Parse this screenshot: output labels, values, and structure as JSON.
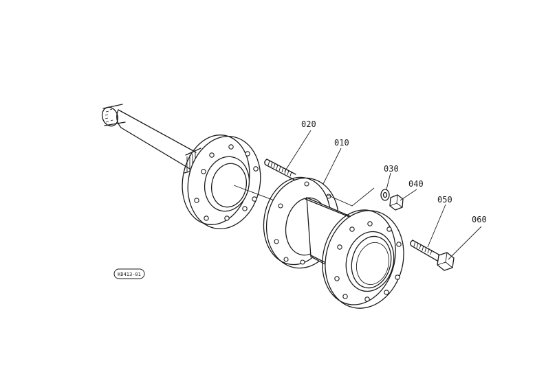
{
  "parts": [
    {
      "id": "010",
      "name": "part-label-010"
    },
    {
      "id": "020",
      "name": "part-label-020"
    },
    {
      "id": "030",
      "name": "part-label-030"
    },
    {
      "id": "040",
      "name": "part-label-040"
    },
    {
      "id": "050",
      "name": "part-label-050"
    },
    {
      "id": "060",
      "name": "part-label-060"
    }
  ],
  "reference_code": "KD413-01"
}
